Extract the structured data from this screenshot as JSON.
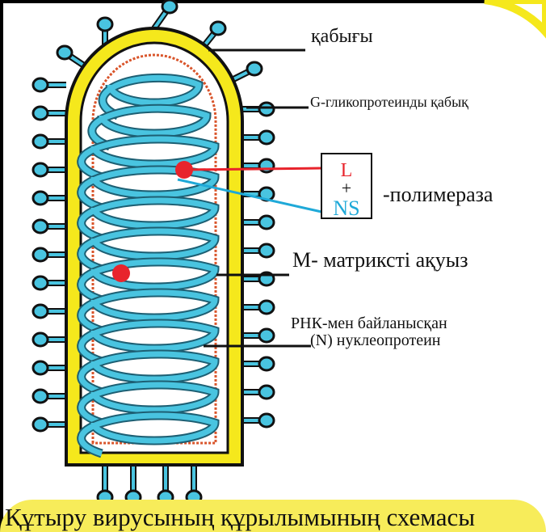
{
  "labels": {
    "envelope": "қабығы",
    "glycoprotein": "G-гликопротеинды қабық",
    "polymerase_box": {
      "l": "L",
      "plus": "+",
      "ns": "NS"
    },
    "polymerase": "-полимераза",
    "matrix": "М- матриксті ақуыз",
    "nucleoprotein_line1": "РНК-мен байланысқан",
    "nucleoprotein_line2": "(N) нуклеопротеин"
  },
  "title": "Құтыру вирусының құрылымының схемасы",
  "colors": {
    "envelope": "#f5e81c",
    "helix": "#49c4e0",
    "polymerase_l": "#e8242c",
    "polymerase_ns": "#1fa9d8",
    "banner": "#f7ec5a"
  }
}
